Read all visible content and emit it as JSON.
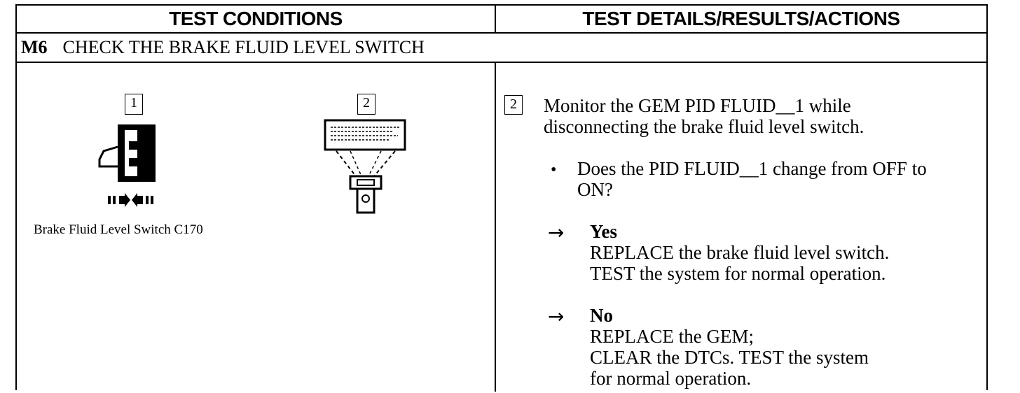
{
  "header": {
    "left": "TEST CONDITIONS",
    "right": "TEST DETAILS/RESULTS/ACTIONS"
  },
  "step": {
    "number": "M6",
    "title": "CHECK THE BRAKE FLUID LEVEL SWITCH"
  },
  "left_panel": {
    "badge_1": "1",
    "badge_2": "2",
    "caption": "Brake Fluid Level Switch C170"
  },
  "right_panel": {
    "badge": "2",
    "instruction_line1": "Monitor the GEM PID FLUID__1 while",
    "instruction_line2": "disconnecting the brake fluid level switch.",
    "bullet": "•",
    "question_line1": "Does the PID FLUID__1 change from OFF to",
    "question_line2": "ON?",
    "arrow": "→",
    "yes": {
      "label": "Yes",
      "line1": "REPLACE the brake fluid level switch.",
      "line2": "TEST the system for normal operation."
    },
    "no": {
      "label": "No",
      "line1": "REPLACE the GEM;",
      "line2": "CLEAR the DTCs. TEST the system",
      "line3": "for normal operation."
    }
  }
}
